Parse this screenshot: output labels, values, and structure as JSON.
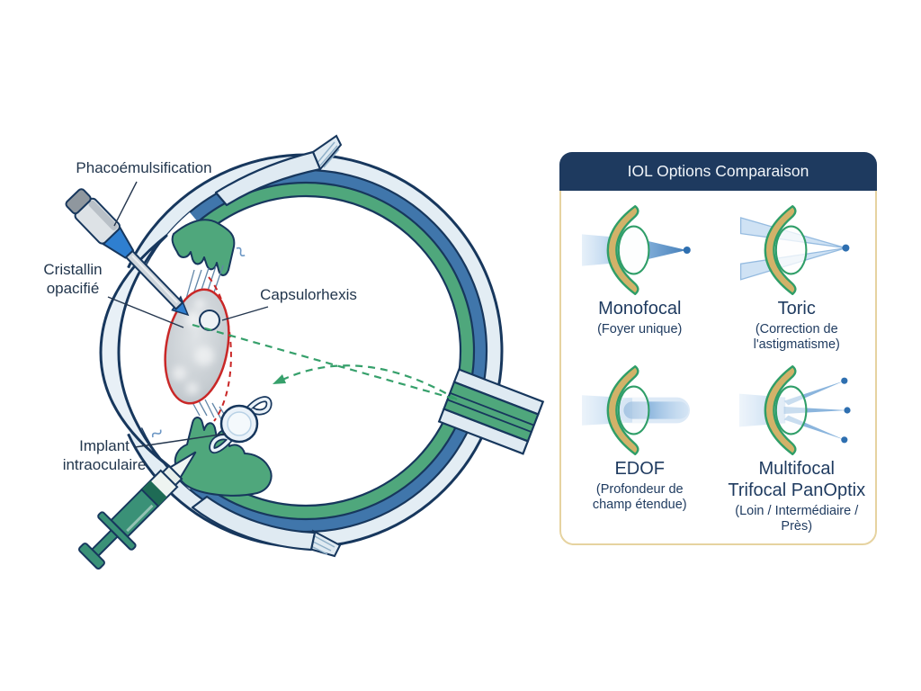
{
  "diagram": {
    "labels": {
      "phaco": "Phacoémulsification",
      "cristallin": "Cristallin\nopacifié",
      "capsulorhexis": "Capsulorhexis",
      "implant": "Implant\nintraoculaire"
    },
    "colors": {
      "outline_navy": "#17375d",
      "sclera": "#e3edf4",
      "choroid_blue": "#4076ab",
      "retina_green": "#4fa77c",
      "capsule_red": "#c92727",
      "phaco_blue": "#2f7fd0",
      "syringe_green": "#3a9177",
      "arrow_green": "#36a06b"
    }
  },
  "panel": {
    "title": "IOL Options Comparaison",
    "colors": {
      "header_bg": "#1e3a5f",
      "border_gold": "#e6d3a0",
      "cornea_tan": "#d2b269",
      "lens_green": "#2f9e68",
      "beam_blue": "#3f85c8",
      "focus_dot": "#2e6fb0"
    },
    "options": [
      {
        "title": "Monofocal",
        "subtitle": "(Foyer unique)"
      },
      {
        "title": "Toric",
        "subtitle": "(Correction de\nl'astigmatisme)"
      },
      {
        "title": "EDOF",
        "subtitle": "(Profondeur de\nchamp étendue)"
      },
      {
        "title": "Multifocal\nTrifocal PanOptix",
        "subtitle": "(Loin / Intermédiaire / Près)"
      }
    ]
  }
}
